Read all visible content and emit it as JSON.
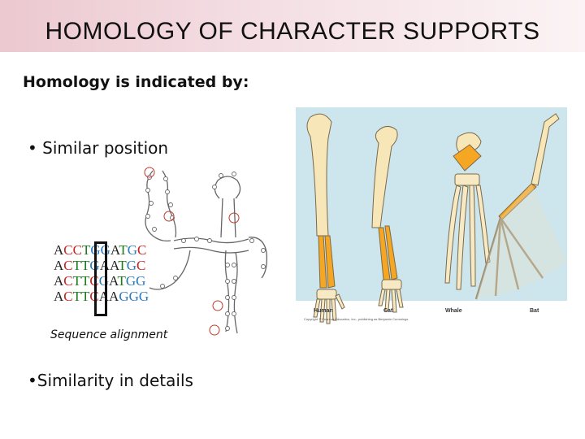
{
  "title": "HOMOLOGY OF CHARACTER SUPPORTS",
  "heading": "Homology is indicated by:",
  "bullets": [
    "• Similar position",
    "•Similarity in details"
  ],
  "sequences": [
    [
      "A",
      "C",
      "C",
      "T",
      "G",
      "G",
      "A",
      "T",
      "G",
      "C"
    ],
    [
      "A",
      "C",
      "T",
      "T",
      "G",
      "A",
      "A",
      "T",
      "G",
      "C"
    ],
    [
      "A",
      "C",
      "T",
      "T",
      "C",
      "G",
      "A",
      "T",
      "G",
      "G"
    ],
    [
      "A",
      "C",
      "T",
      "T",
      "C",
      "A",
      "A",
      "G",
      "G",
      "G"
    ]
  ],
  "nucleotide_colors": {
    "A": "#222222",
    "C": "#cc2222",
    "T": "#1a7a1a",
    "G": "#2a7ac0"
  },
  "sequence_caption": "Sequence alignment",
  "limbs": {
    "labels": [
      "Human",
      "Cat",
      "Whale",
      "Bat"
    ],
    "copyright": "Copyright © Pearson Education, Inc., publishing as Benjamin Cummings",
    "colors": {
      "background": "#cde6ee",
      "upper": "#f6e6b8",
      "lower": "#f5a623",
      "hand": "#f7e9c4"
    }
  }
}
